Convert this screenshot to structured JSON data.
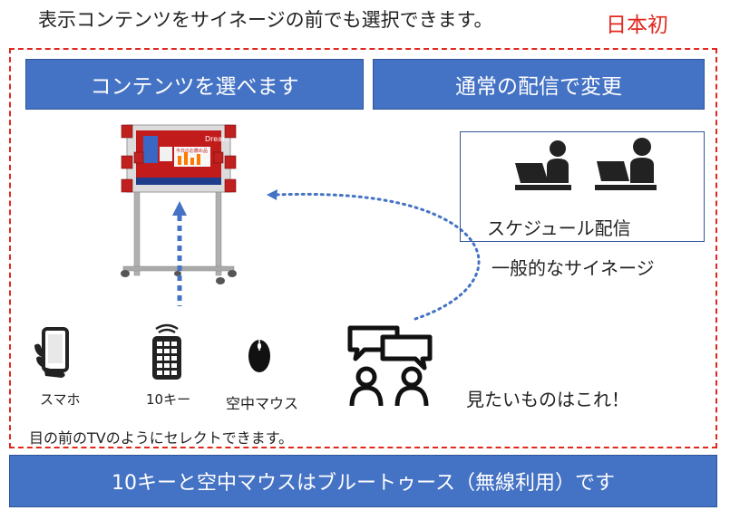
{
  "header": {
    "intro_text": "表示コンテンツをサイネージの前でも選択できます。",
    "badge": "日本初"
  },
  "boxes": {
    "select_contents": "コンテンツを選べます",
    "change_delivery": "通常の配信で変更"
  },
  "schedule": {
    "label": "スケジュール配信",
    "general_label": "一般的なサイネージ"
  },
  "devices": [
    {
      "label": "スマホ",
      "icon": "smartphone-icon"
    },
    {
      "label": "10キー",
      "icon": "remote-control-icon"
    },
    {
      "label": "空中マウス",
      "icon": "mouse-icon"
    }
  ],
  "viewers": {
    "caption": "見たいものはこれ！",
    "icon": "people-chat-icon"
  },
  "bottom_note": "目の前のTVのようにセレクトできます。",
  "footer": {
    "text": "10キーと空中マウスはブルートゥース（無線利用）です"
  },
  "signage_screen": {
    "brand": "Dream",
    "title": "今日のお薦め品"
  },
  "colors": {
    "accent_red": "#e0281e",
    "box_blue": "#4472c4",
    "arrow_blue": "#4472c4"
  }
}
